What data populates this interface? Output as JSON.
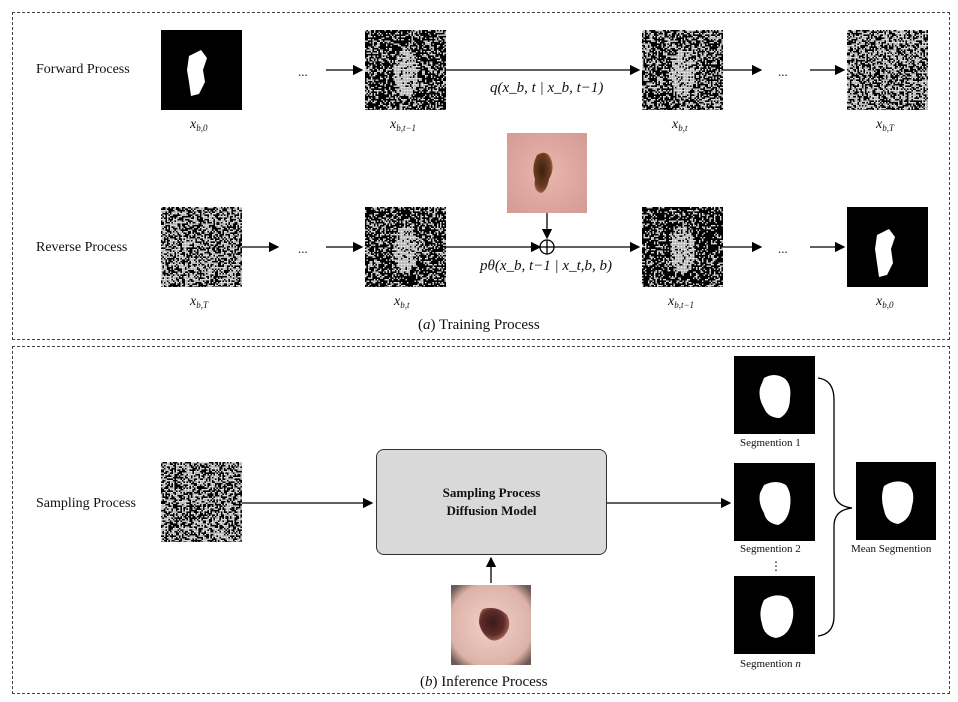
{
  "training": {
    "forward_label": "Forward Process",
    "reverse_label": "Reverse Process",
    "caption_prefix": "(",
    "caption_letter": "a",
    "caption_suffix": ") Training Process",
    "ellipsis": "...",
    "forward_formula": "q(x_b, t | x_b, t−1)",
    "reverse_formula": "pθ(x_b, t−1 | x_t,b, b)",
    "fwd_var_0": "x",
    "fwd_var_0_sub": "b,0",
    "fwd_var_1": "x",
    "fwd_var_1_sub": "b,t−1",
    "fwd_var_2": "x",
    "fwd_var_2_sub": "b,t",
    "fwd_var_3": "x",
    "fwd_var_3_sub": "b,T",
    "rev_var_0": "x",
    "rev_var_0_sub": "b,T",
    "rev_var_1": "x",
    "rev_var_1_sub": "b,t",
    "rev_var_2": "x",
    "rev_var_2_sub": "b,t−1",
    "rev_var_3": "x",
    "rev_var_3_sub": "b,0"
  },
  "inference": {
    "sampling_label": "Sampling Process",
    "model_line1": "Sampling Process",
    "model_line2": "Diffusion Model",
    "seg1": "Segmention 1",
    "seg2": "Segmention 2",
    "segn_prefix": "Segmention ",
    "segn_suffix": "n",
    "vdots": "⋮",
    "mean": "Mean Segmention",
    "caption_prefix": "(",
    "caption_letter": "b",
    "caption_suffix": ") Inference Process"
  }
}
